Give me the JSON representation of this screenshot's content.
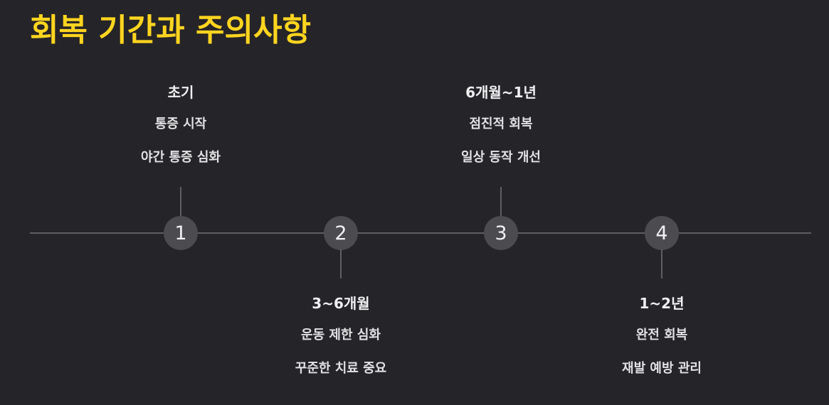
{
  "slide": {
    "title": "회복 기간과 주의사항"
  },
  "timeline": {
    "steps": [
      {
        "marker": "1",
        "period": "초기",
        "details": [
          "통증 시작",
          "야간 통증 심화"
        ]
      },
      {
        "marker": "2",
        "period": "3~6개월",
        "details": [
          "운동 제한 심화",
          "꾸준한 치료 중요"
        ]
      },
      {
        "marker": "3",
        "period": "6개월~1년",
        "details": [
          "점진적 회복",
          "일상 동작 개선"
        ]
      },
      {
        "marker": "4",
        "period": "1~2년",
        "details": [
          "완전 회복",
          "재발 예방 관리"
        ]
      }
    ]
  }
}
